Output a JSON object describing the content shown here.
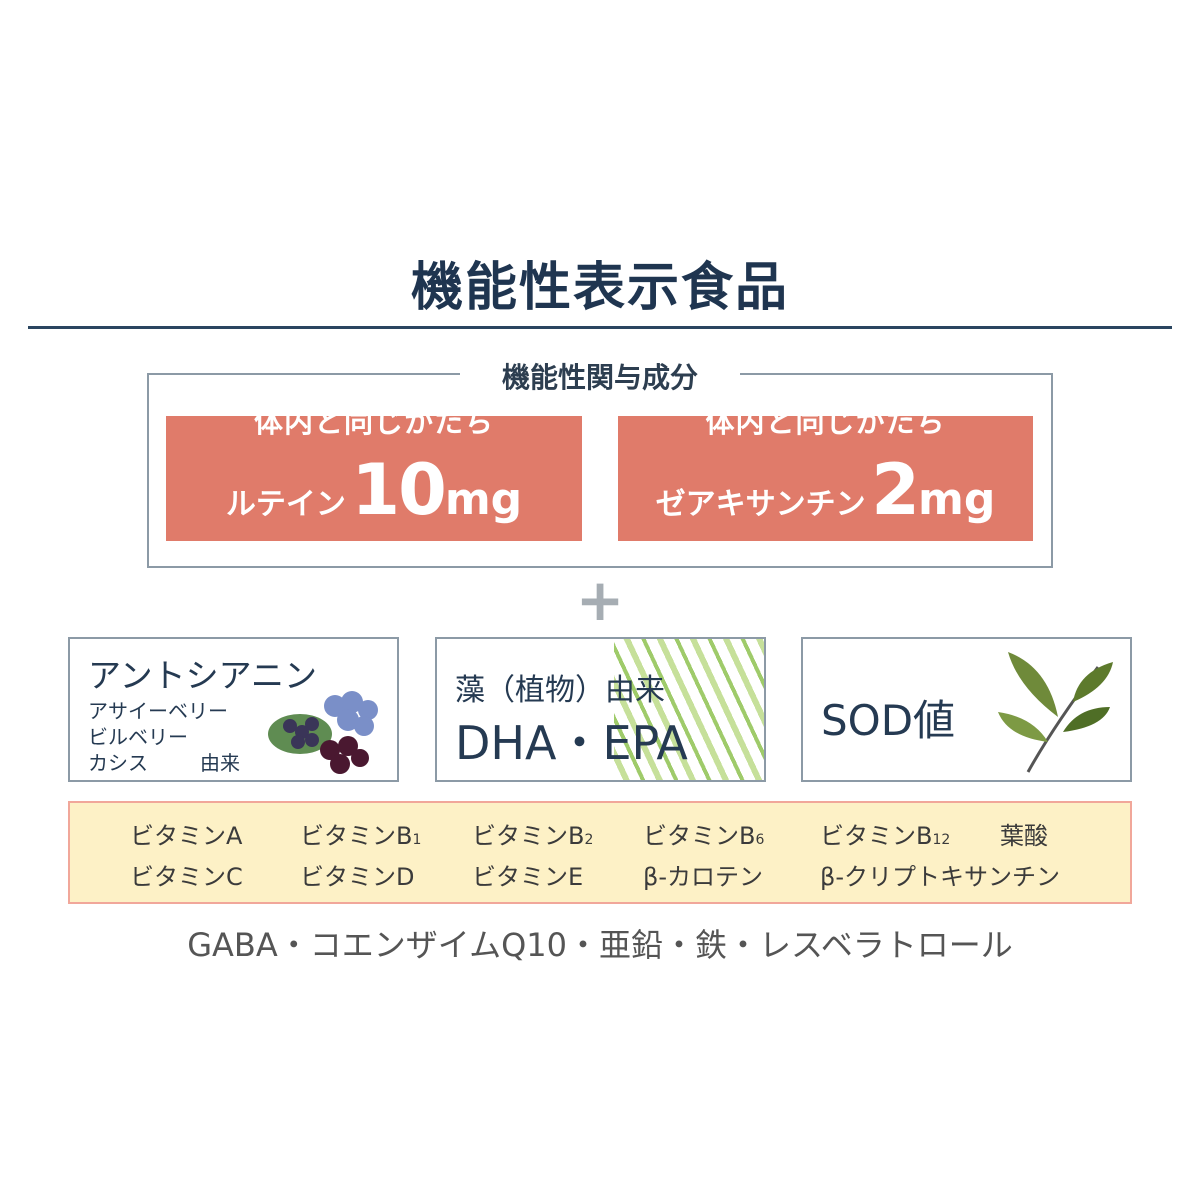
{
  "title": "機能性表示食品",
  "functional_section": {
    "legend": "機能性関与成分",
    "items": [
      {
        "subtitle": "体内と同じかたち",
        "name": "ルテイン",
        "amount": "10",
        "unit": "mg"
      },
      {
        "subtitle": "体内と同じかたち",
        "name": "ゼアキサンチン",
        "amount": "2",
        "unit": "mg"
      }
    ]
  },
  "plus": "+",
  "cards": {
    "anthocyanin": {
      "title": "アントシアニン",
      "sources": [
        "アサイーベリー",
        "ビルベリー",
        "カシス"
      ],
      "origin": "由来"
    },
    "dha": {
      "line1": "藻（植物）由来",
      "line2": "DHA・EPA"
    },
    "sod": {
      "title": "SOD値"
    }
  },
  "vitamins": {
    "row1": [
      {
        "base": "ビタミンA",
        "sub": ""
      },
      {
        "base": "ビタミンB",
        "sub": "1"
      },
      {
        "base": "ビタミンB",
        "sub": "2"
      },
      {
        "base": "ビタミンB",
        "sub": "6"
      },
      {
        "base": "ビタミンB",
        "sub": "12"
      },
      {
        "base": "葉酸",
        "sub": ""
      }
    ],
    "row2": [
      {
        "base": "ビタミンC",
        "sub": ""
      },
      {
        "base": "ビタミンD",
        "sub": ""
      },
      {
        "base": "ビタミンE",
        "sub": ""
      },
      {
        "base": "β-カロテン",
        "sub": ""
      },
      {
        "base": "β-クリプトキサンチン",
        "sub": ""
      }
    ]
  },
  "others": "GABA・コエンザイムQ10・亜鉛・鉄・レスベラトロール",
  "colors": {
    "navy": "#1f3550",
    "salmon": "#e07b6a",
    "cream": "#fdf1c6"
  }
}
